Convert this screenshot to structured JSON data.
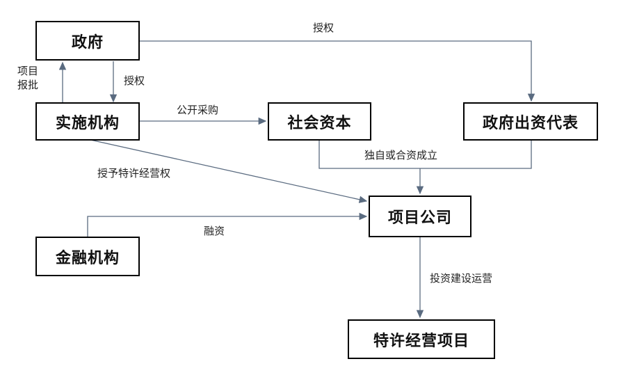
{
  "nodes": {
    "government": "政府",
    "implementing_agency": "实施机构",
    "social_capital": "社会资本",
    "gov_investor_rep": "政府出资代表",
    "project_company": "项目公司",
    "financial_institution": "金融机构",
    "concession_project": "特许经营项目"
  },
  "edges": {
    "gov_to_rep": "授权",
    "project_report": "项目报批",
    "gov_to_agency": "授权",
    "public_procurement": "公开采购",
    "grant_concession": "授予特许经营权",
    "establish": "独自或合资成立",
    "financing": "融资",
    "invest_build_operate": "投资建设运营"
  },
  "colors": {
    "line": "#5a6b80",
    "border": "#000000"
  }
}
